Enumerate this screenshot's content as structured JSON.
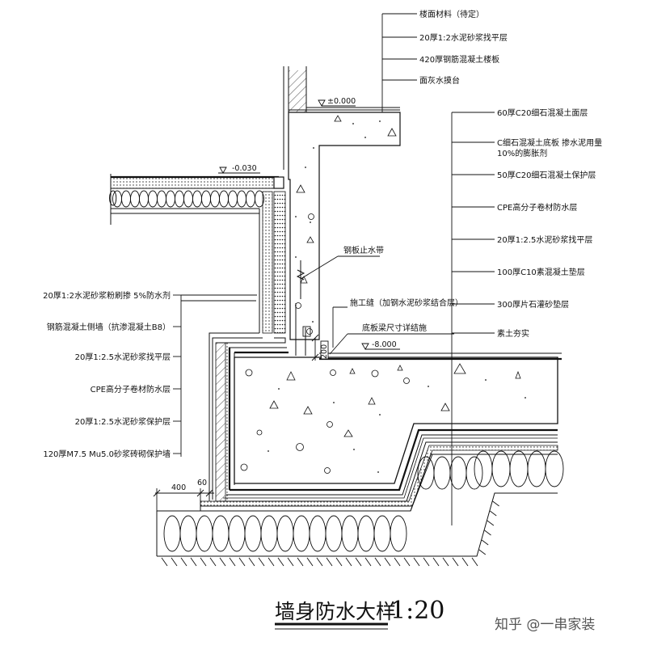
{
  "top_callouts": [
    "楼面材料（待定）",
    "20厚1:2水泥砂浆找平层",
    "420厚钢筋混凝土楼板",
    "面灰水摸台"
  ],
  "right_callouts": [
    "60厚C20细石混凝土面层",
    "C细石混凝土底板  掺水泥用量",
    "10%的膨胀剂",
    "50厚C20细石混凝土保护层",
    "CPE高分子卷材防水层",
    "20厚1:2.5水泥砂浆找平层",
    "100厚C10素混凝土垫层",
    "300厚片石灌砂垫层",
    "素土夯实"
  ],
  "left_callouts": [
    "20厚1:2水泥砂浆粉刷掺 5%防水剂",
    "钢筋混凝土侧墙（抗渗混凝土B8）",
    "20厚1:2.5水泥砂浆找平层",
    "CPE高分子卷材防水层",
    "20厚1:2.5水泥砂浆保护层",
    "120厚M7.5 Mu5.0砂浆砖砌保护墙"
  ],
  "center_callouts": {
    "waterstop": "钢板止水带",
    "joint": "施工缝（加钢水泥砂浆结合层）",
    "beam": "底板梁尺寸详结施"
  },
  "levels": {
    "floor": "±0.000",
    "slab": "-0.030",
    "base": "-8.000"
  },
  "dimensions": {
    "d400": "400",
    "d60": "60",
    "d200": "200"
  },
  "title": "墙身防水大样",
  "scale": "1:20",
  "watermark": "知乎 @一串家装"
}
